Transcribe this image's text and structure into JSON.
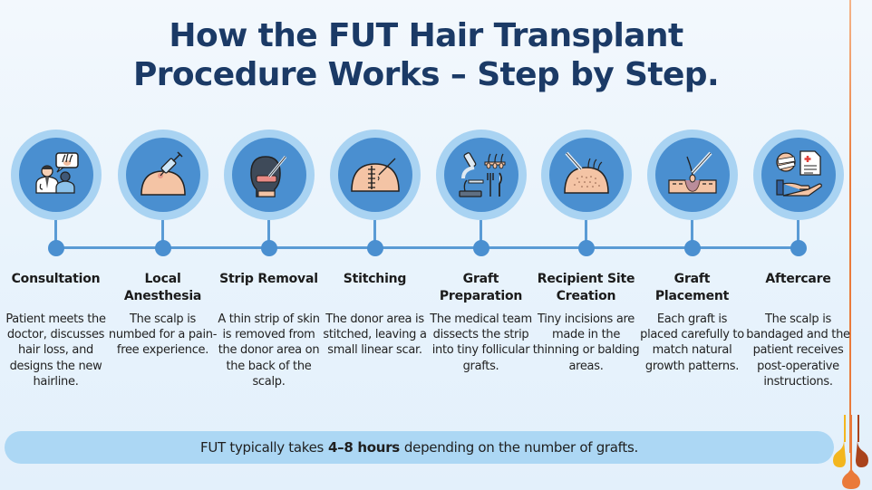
{
  "title": {
    "line1": "How the FUT Hair Transplant",
    "line2": "Procedure Works – Step by Step."
  },
  "colors": {
    "title": "#1b3a66",
    "circle_outer": "#a9d3f2",
    "circle_inner": "#4a8fd0",
    "timeline": "#5a9bd5",
    "footer_bar": "#acd7f4",
    "accent_orange": "#ea7a3a",
    "accent_yellow": "#f3b61f",
    "accent_brown": "#a9431c"
  },
  "steps": [
    {
      "title": "Consultation",
      "icon": "doctor-consultation-icon",
      "description": "Patient meets the doctor, discusses hair loss, and designs the new hairline."
    },
    {
      "title": "Local Anesthesia",
      "icon": "syringe-scalp-icon",
      "description": "The scalp is numbed for a pain-free experience."
    },
    {
      "title": "Strip Removal",
      "icon": "scalpel-head-strip-icon",
      "description": "A thin strip of skin is removed from the donor area on the back of the scalp."
    },
    {
      "title": "Stitching",
      "icon": "stitched-scalp-icon",
      "description": "The donor area is stitched, leaving a small linear scar."
    },
    {
      "title": "Graft Preparation",
      "icon": "microscope-follicles-icon",
      "description": "The medical team dissects the strip into tiny follicular grafts."
    },
    {
      "title": "Recipient Site Creation",
      "icon": "scalpel-incisions-icon",
      "description": "Tiny incisions are made in the thinning or balding areas."
    },
    {
      "title": "Graft Placement",
      "icon": "forceps-graft-icon",
      "description": "Each graft is placed carefully to match natural growth patterns."
    },
    {
      "title": "Aftercare",
      "icon": "bandage-hand-document-icon",
      "description": "The scalp is bandaged and the patient receives post-operative instructions."
    }
  ],
  "footer": {
    "prefix": "FUT typically takes",
    "highlight": "4–8 hours",
    "suffix": "depending on the number of grafts."
  }
}
